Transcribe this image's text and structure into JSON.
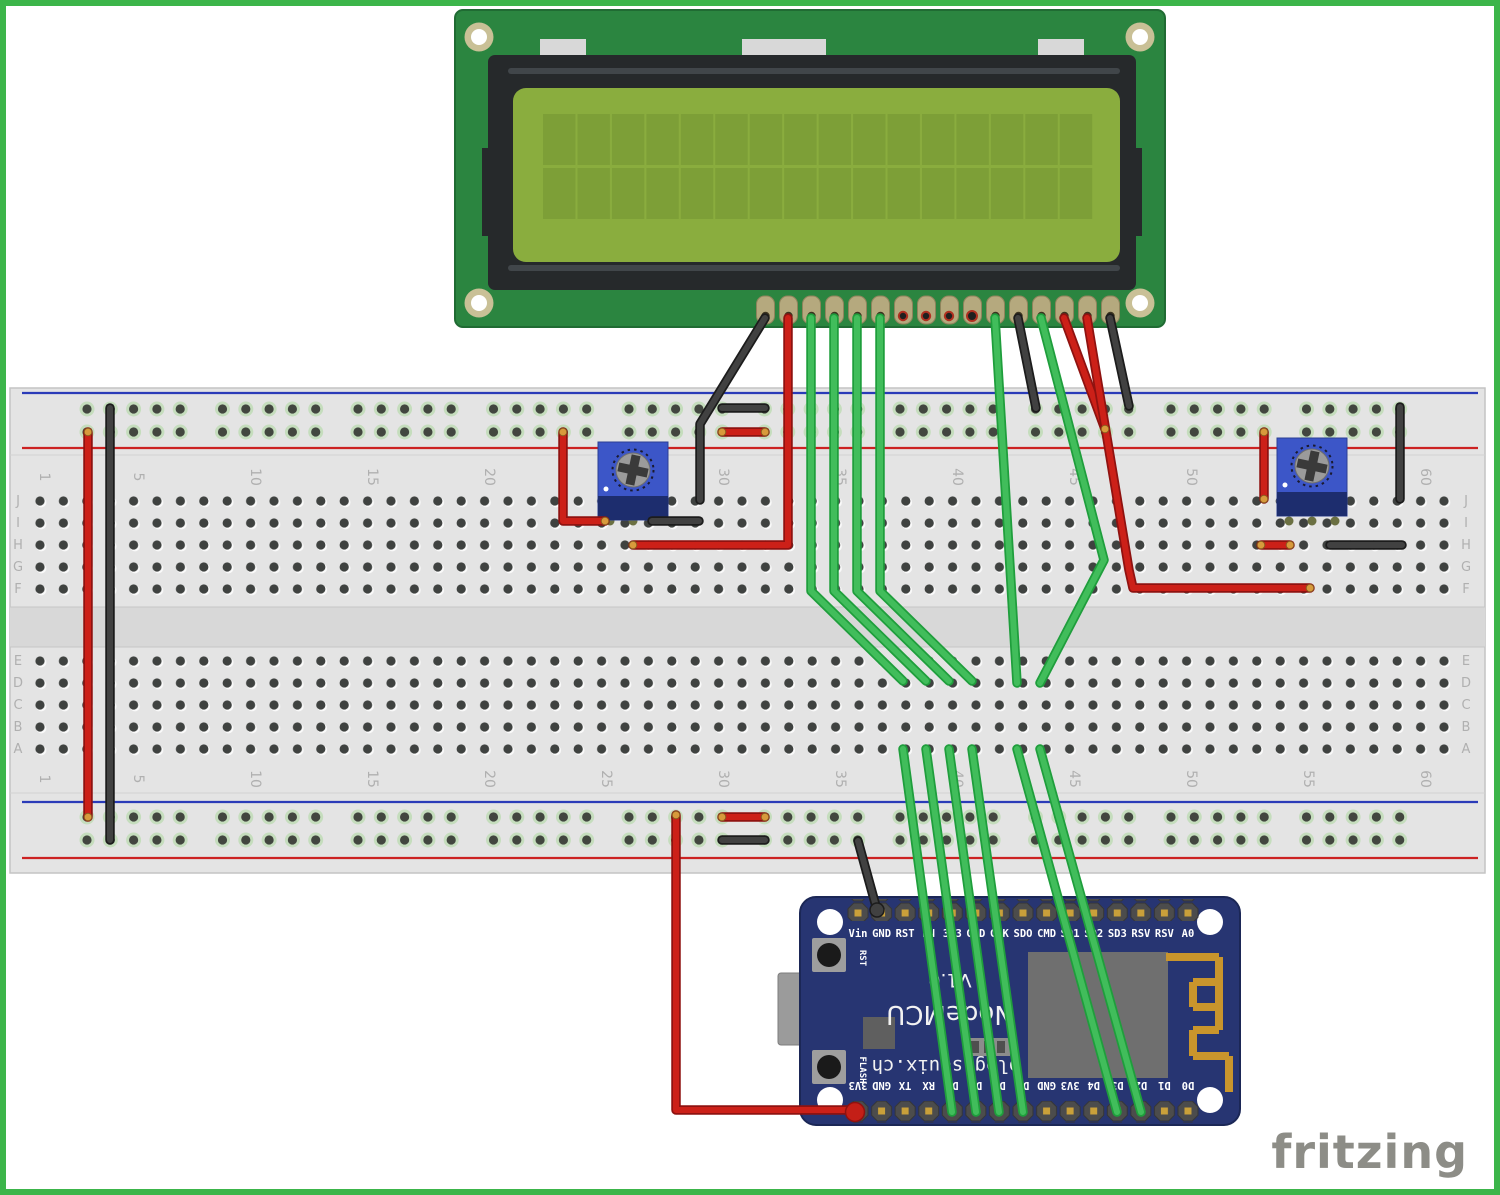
{
  "watermark": {
    "text": "fritzing",
    "color": "#8d8d87"
  },
  "frame_color": "#3cb54a",
  "breadboard": {
    "row_letters_upper": [
      "J",
      "I",
      "H",
      "G",
      "F"
    ],
    "row_letters_lower": [
      "E",
      "D",
      "C",
      "B",
      "A"
    ],
    "column_numbers": [
      "1",
      "5",
      "10",
      "15",
      "20",
      "25",
      "30",
      "35",
      "40",
      "45",
      "50",
      "55",
      "60"
    ],
    "colors": {
      "body": "#e4e4e4",
      "negative_line": "#2a3bb8",
      "positive_line": "#cc2222",
      "hole": "#3f4240",
      "rail_hole_ring": "#c5ddbd"
    }
  },
  "lcd": {
    "type": "16x2 character LCD",
    "columns": 16,
    "rows": 2,
    "pins": 16,
    "colors": {
      "pcb": "#2b8540",
      "bezel": "#26292b",
      "screen": "#8aad3e",
      "cell": "#7d9f37",
      "pad": "#b5a97e"
    }
  },
  "potentiometers": {
    "count": 2,
    "colors": {
      "body": "#3c56c8",
      "base": "#1d2d6e",
      "dial": "#9b9b9b"
    }
  },
  "nodemcu": {
    "top_pins": [
      "Vin",
      "GND",
      "RST",
      "EN",
      "3V3",
      "GND",
      "CLK",
      "SDO",
      "CMD",
      "SD1",
      "SD2",
      "SD3",
      "RSV",
      "RSV",
      "A0"
    ],
    "bottom_pins": [
      "3V3",
      "GND",
      "TX",
      "RX",
      "D8",
      "D7",
      "D6",
      "D5",
      "GND",
      "3V3",
      "D4",
      "D3",
      "D2",
      "D1",
      "D0"
    ],
    "silk_model": "NodeMCU",
    "silk_version": "V1.0",
    "silk_url": "blog.squix.ch",
    "rst_button_label": "RST",
    "flash_button_label": "FLASH",
    "colors": {
      "board": "#273572",
      "antenna": "#c9952c",
      "chip": "#6f6f6f"
    }
  },
  "wires": {
    "colors": {
      "red": "#cc2018",
      "black": "#414141",
      "green": "#41bd5b"
    },
    "counts": {
      "red": 10,
      "black": 10,
      "green": 12
    }
  }
}
